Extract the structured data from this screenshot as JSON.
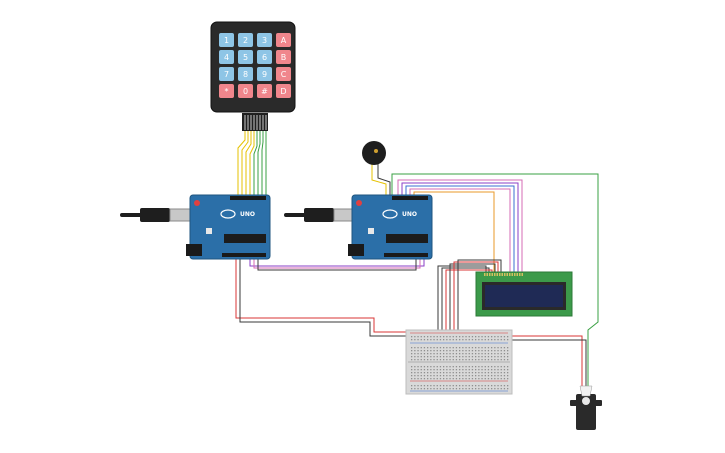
{
  "keypad": {
    "keys": [
      [
        "1",
        "2",
        "3",
        "A"
      ],
      [
        "4",
        "5",
        "6",
        "B"
      ],
      [
        "7",
        "8",
        "9",
        "C"
      ],
      [
        "*",
        "0",
        "#",
        "D"
      ]
    ]
  },
  "arduino_left": {
    "model_label": "UNO"
  },
  "arduino_right": {
    "model_label": "UNO"
  },
  "colors": {
    "board": "#2b6fa8",
    "board_dark": "#1f557f",
    "keypad_body": "#2a2a2a",
    "key_blue": "#8ec5e6",
    "key_red": "#f0868c",
    "breadboard": "#d9d9d9",
    "lcd_pcb": "#3c9a4a",
    "lcd_screen": "#1f2a55",
    "wire_red": "#d93636",
    "wire_black": "#3a3a3a",
    "wire_green": "#3aa043",
    "wire_yellow": "#e6c200",
    "wire_purple": "#8a3fc7",
    "wire_pink": "#d66bb5",
    "wire_orange": "#e89a2a",
    "wire_blue": "#3a6fd1"
  }
}
